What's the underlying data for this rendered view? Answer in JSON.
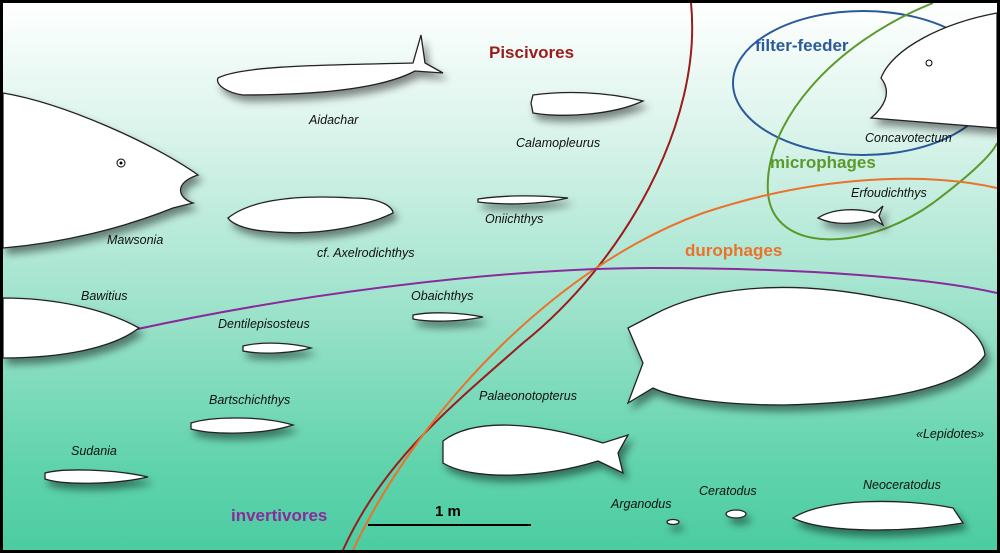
{
  "groups": {
    "piscivores": {
      "label": "Piscivores",
      "color": "#9b1c1c"
    },
    "filter_feeder": {
      "label": "filter-feeder",
      "color": "#2b5a9b"
    },
    "microphages": {
      "label": "microphages",
      "color": "#5a9a2a"
    },
    "durophages": {
      "label": "durophages",
      "color": "#ea722a"
    },
    "invertivores": {
      "label": "invertivores",
      "color": "#8a2a9b"
    }
  },
  "taxa": {
    "aidachar": "Aidachar",
    "calamopleurus": "Calamopleurus",
    "mawsonia": "Mawsonia",
    "axelrodichthys": "cf. Axelrodichthys",
    "oniichthys": "Oniichthys",
    "concavotectum": "Concavotectum",
    "erfoudichthys": "Erfoudichthys",
    "bawitius": "Bawitius",
    "dentilepisosteus": "Dentilepisosteus",
    "obaichthys": "Obaichthys",
    "bartschichthys": "Bartschichthys",
    "sudania": "Sudania",
    "palaeonotopterus": "Palaeonotopterus",
    "lepidotes": "«Lepidotes»",
    "arganodus": "Arganodus",
    "ceratodus": "Ceratodus",
    "neoceratodus": "Neoceratodus"
  },
  "scale_bar": {
    "label": "1 m"
  }
}
